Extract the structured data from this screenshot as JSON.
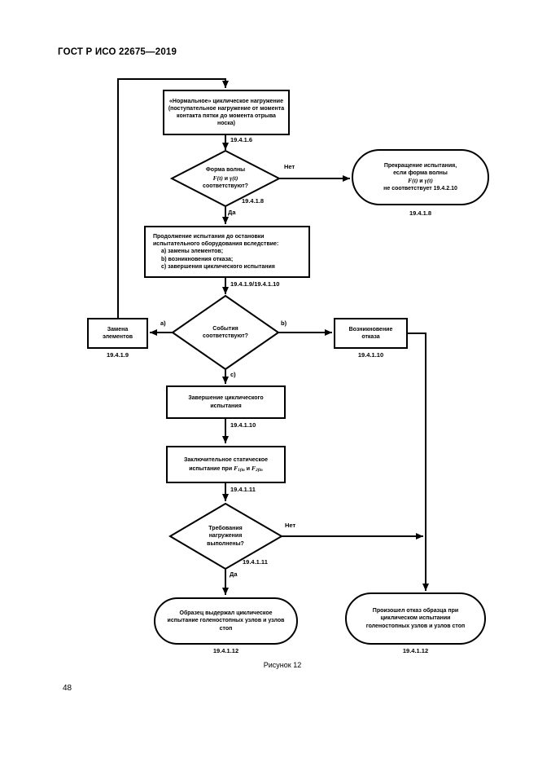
{
  "page": {
    "header": "ГОСТ Р ИСО 22675—2019",
    "page_number": "48",
    "caption": "Рисунок 12"
  },
  "fc": {
    "entry_ref": "19.4.1.6",
    "normal_loading": {
      "text": "«Нормальное» циклическое нагружение (поступательное нагружение от момента контакта пятки до момента отрыва носка)"
    },
    "waveform": {
      "l1": "Форма волны",
      "f": "F(t)",
      "and": "и",
      "g": "γ(t)",
      "l3": "соответствуют?",
      "ref": "19.4.1.8",
      "no": "Нет",
      "yes": "Да"
    },
    "stop_test": {
      "l1": "Прекращение испытания,",
      "l2": "если форма волны",
      "f": "F(t)",
      "and": "и",
      "g": "γ(t)",
      "l4": "не соответствует 19.4.2.10",
      "ref": "19.4.1.8"
    },
    "continue_test": {
      "intro": "Продолжение испытания до остановки испытательного оборудования вследствие:",
      "a": "a) замены элементов;",
      "b": "b) возникновения отказа;",
      "c": "c) завершения циклического испытания",
      "ref": "19.4.1.9/19.4.1.10"
    },
    "events": {
      "l1": "События",
      "l2": "соответствуют?",
      "a": "a)",
      "b": "b)",
      "c": "c)"
    },
    "replace": {
      "l1": "Замена",
      "l2": "элементов",
      "ref": "19.4.1.9"
    },
    "failure": {
      "l1": "Возникновение",
      "l2": "отказа",
      "ref": "19.4.1.10"
    },
    "complete_cyclic": {
      "text": "Завершение циклического испытания",
      "ref": "19.4.1.10"
    },
    "final_static": {
      "l1": "Заключительное статическое",
      "t2": "испытание при ",
      "f1": "F",
      "f1sub": "1fin",
      "and": " и ",
      "f2": "F",
      "f2sub": "2fin",
      "ref": "19.4.1.11"
    },
    "load_req": {
      "l1": "Требования",
      "l2": "нагружения",
      "l3": "выполнены?",
      "ref": "19.4.1.11",
      "no": "Нет",
      "yes": "Да"
    },
    "passed": {
      "text": "Образец выдержал циклическое испытание голеностопных узлов и узлов стоп",
      "ref": "19.4.1.12"
    },
    "failed": {
      "text": "Произошел отказ образца при циклическом испытании голеностопных узлов и узлов стоп",
      "ref": "19.4.1.12"
    }
  }
}
